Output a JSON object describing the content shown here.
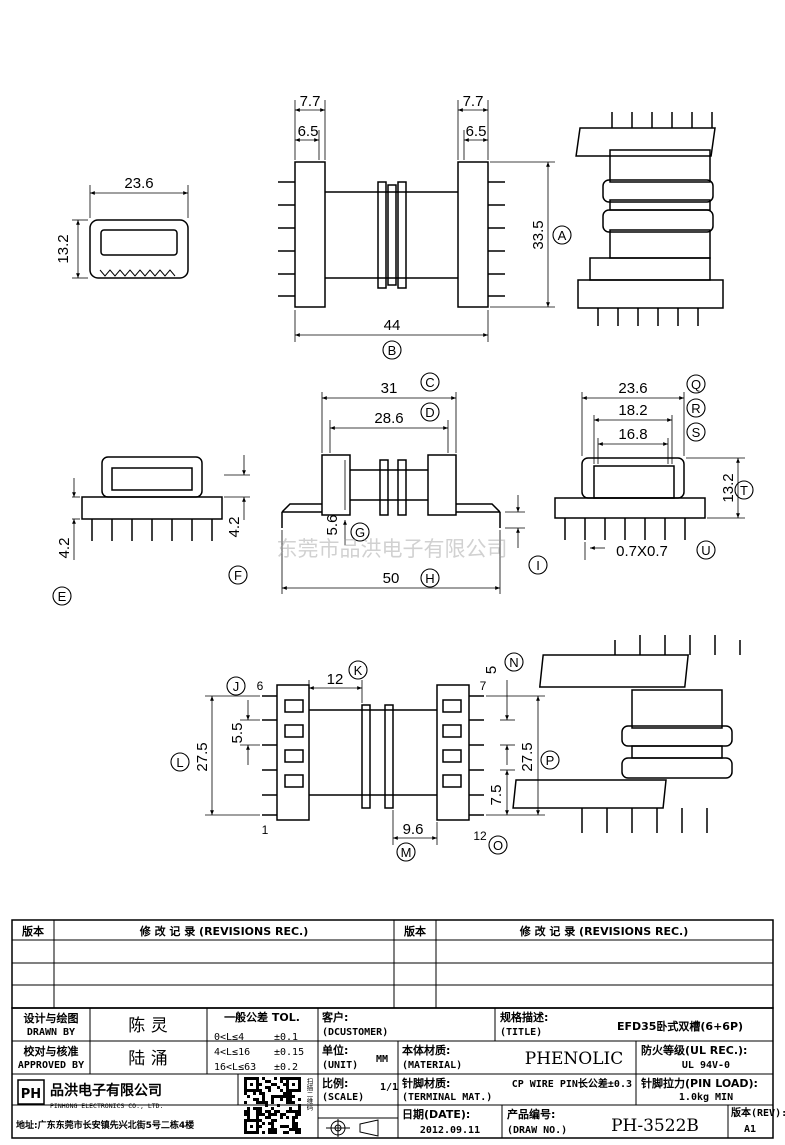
{
  "watermark": "东莞市品洪电子有限公司",
  "top_view": {
    "w1": "7.7",
    "w2": "6.5",
    "w3": "7.7",
    "w4": "6.5",
    "height": "33.5",
    "width": "44"
  },
  "end_view": {
    "width": "23.6",
    "height": "13.2"
  },
  "front_view": {
    "d1": "31",
    "d2": "28.6",
    "d3": "5.6",
    "d4": "50",
    "d5": "4.2",
    "d6": "4.2"
  },
  "side_view": {
    "d1": "23.6",
    "d2": "18.2",
    "d3": "16.8",
    "d4": "13.2",
    "pin": "0.7X0.7"
  },
  "bottom_view": {
    "d12": "12",
    "d5": "5",
    "d55": "5.5",
    "d275": "27.5",
    "d275b": "27.5",
    "d96": "9.6",
    "d75": "7.5",
    "pin6": "6",
    "pin7": "7",
    "pin1": "1",
    "pin12": "12"
  },
  "markers": [
    "A",
    "B",
    "C",
    "D",
    "E",
    "F",
    "G",
    "H",
    "I",
    "J",
    "K",
    "L",
    "M",
    "N",
    "O",
    "P",
    "Q",
    "R",
    "S",
    "T",
    "U"
  ],
  "revisions": {
    "col1": "版本",
    "col2": "修 改 记 录 (REVISIONS REC.)",
    "col3": "版本",
    "col4": "修 改 记 录 (REVISIONS REC.)"
  },
  "title_block": {
    "design_label_cn": "设计与绘图",
    "design_label_en": "DRAWN BY",
    "designer": "陈 灵",
    "check_label_cn": "校对与核准",
    "check_label_en": "APPROVED BY",
    "checker": "陆 涌",
    "tol_title": "一般公差 TOL.",
    "tol1": "0<L≤4",
    "tol1v": "±0.1",
    "tol2": "4<L≤16",
    "tol2v": "±0.15",
    "tol3": "16<L≤63",
    "tol3v": "±0.2",
    "customer_cn": "客户:",
    "customer_en": "(DCUSTOMER)",
    "title_cn": "规格描述:",
    "title_en": "(TITLE)",
    "title_value": "EFD35卧式双槽(6+6P)",
    "unit_cn": "单位:",
    "unit_en": "(UNIT)",
    "unit_value": "MM",
    "material_cn": "本体材质:",
    "material_en": "(MATERIAL)",
    "material_value": "PHENOLIC",
    "ul_cn": "防火等级(UL REC.):",
    "ul_value": "UL 94V-0",
    "scale_cn": "比例:",
    "scale_en": "(SCALE)",
    "scale_value": "1/1",
    "terminal_cn": "针脚材质:",
    "terminal_en": "(TERMINAL MAT.)",
    "terminal_value": "CP WIRE PIN长公差±0.3",
    "pinload_cn": "针脚拉力(PIN LOAD):",
    "pinload_value": "1.0kg MIN",
    "company_cn": "品洪电子有限公司",
    "company_en": "PINHONG ELECTRONICS CO., LTD.",
    "address": "地址:广东东莞市长安镇先兴北街5号二栋4楼",
    "qr_caption": "扫描二维码",
    "date_cn": "日期(DATE):",
    "date_value": "2012.09.11",
    "drawno_cn": "产品编号:",
    "drawno_en": "(DRAW NO.)",
    "drawno_value": "PH-3522B",
    "rev_cn": "版本(REV):",
    "rev_value": "A1"
  }
}
